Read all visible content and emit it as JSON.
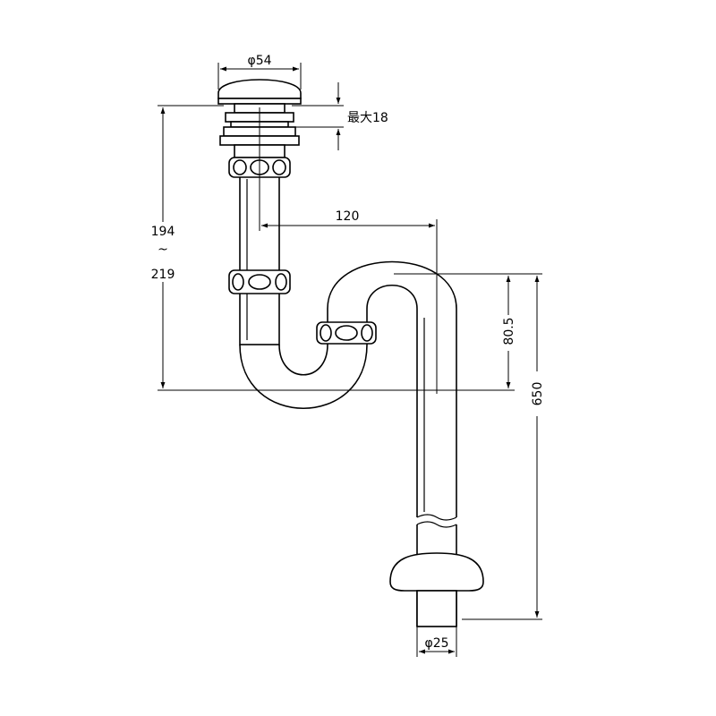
{
  "dimensions": {
    "cap_diameter": "φ54",
    "max_height": "最大18",
    "height_min": "194",
    "height_range_mark": "~",
    "height_max": "219",
    "horizontal_offset": "120",
    "trap_height": "80.5",
    "total_height": "650",
    "outlet_diameter": "φ25"
  }
}
